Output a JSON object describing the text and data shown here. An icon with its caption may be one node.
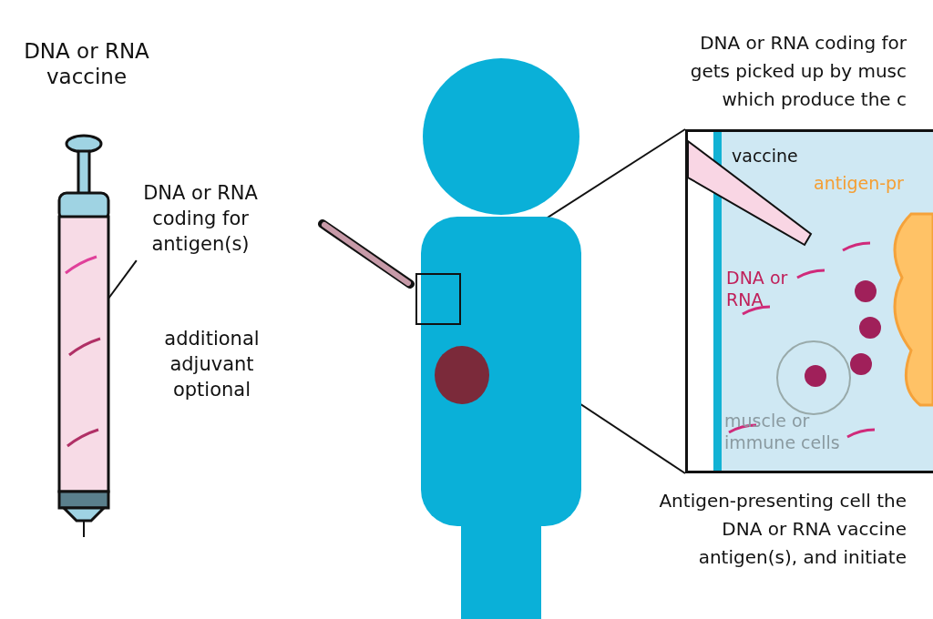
{
  "diagram": {
    "nodes": [
      {
        "text": [],
        "shape": "picture",
        "beside": [
          "DNA or RNA vaccine"
        ]
      },
      {
        "text": [
          "DNA or RNA coding for antigen(s)"
        ]
      },
      {
        "text": [],
        "shape": "person"
      },
      {
        "text": [],
        "shape": "box",
        "in": 2
      },
      {
        "text": [
          "vaccine",
          "antigen-pr",
          "DNA or RNA",
          "muscle or immune cells"
        ]
      }
    ],
    "edges": [
      {
        "from": 1,
        "to": 0,
        "arrow": "none"
      },
      {
        "from": 3,
        "to": 4,
        "arrow": "none"
      },
      {
        "from": 3,
        "to": 4,
        "arrow": "none"
      }
    ],
    "labels": [
      "additional adjuvant optional",
      "DNA or RNA coding for gets picked up by musc which produce the c",
      "Antigen-presenting cell the DNA or RNA vaccine antigen(s), and initiate"
    ]
  }
}
